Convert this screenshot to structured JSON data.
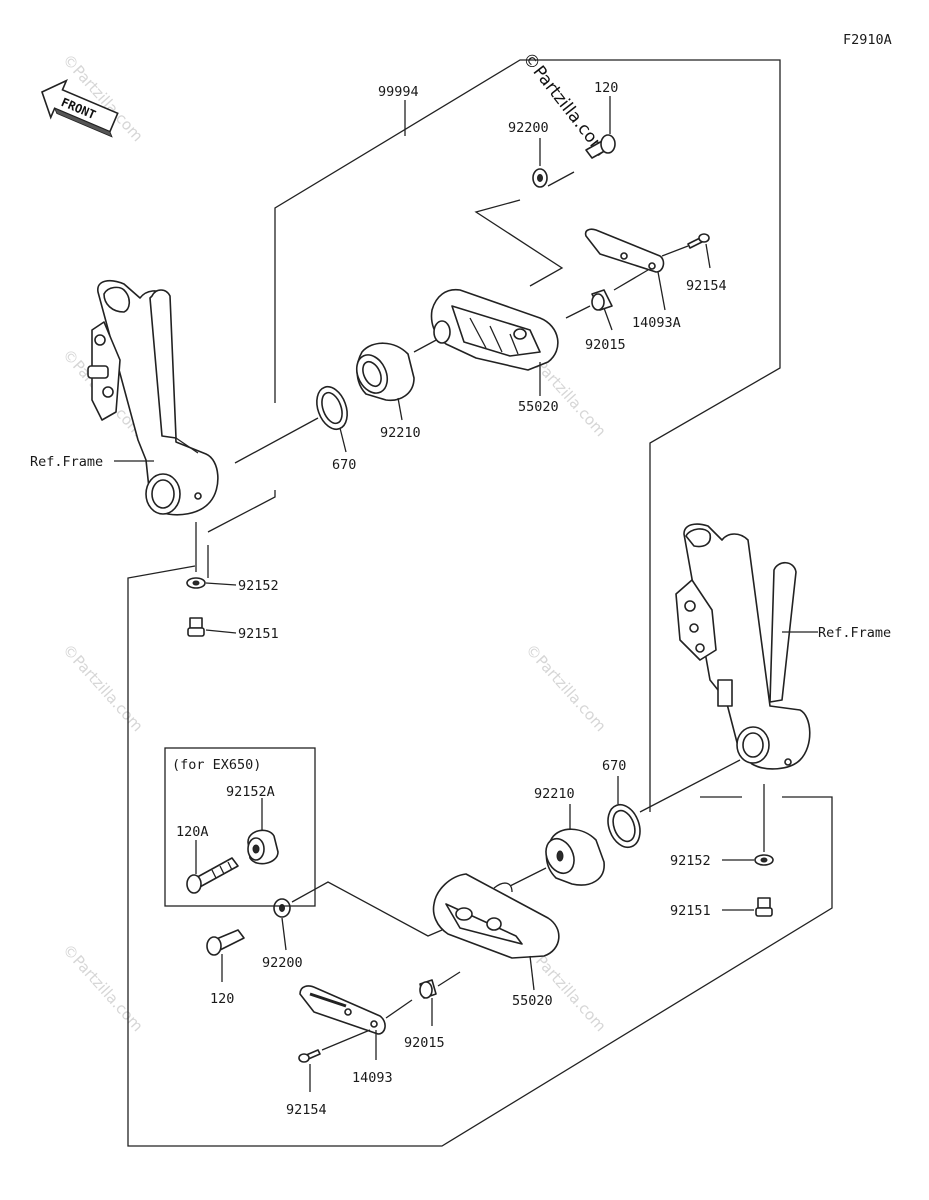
{
  "figure_code": "F2910A",
  "front_label": "FRONT",
  "watermark_main": "©Partzilla.com",
  "watermark_faint": "©Partzilla.com",
  "kit_number": "99994",
  "subbox_title": "(for EX650)",
  "labels": {
    "p120_top": "120",
    "p92200_top": "92200",
    "p92154_top": "92154",
    "p14093A": "14093A",
    "p92015_top": "92015",
    "p55020_top": "55020",
    "p92210_top": "92210",
    "p670_top": "670",
    "ref_frame_left": "Ref.Frame",
    "p92152_left": "92152",
    "p92151_left": "92151",
    "ref_frame_right": "Ref.Frame",
    "p670_bot": "670",
    "p92210_bot": "92210",
    "p92152A": "92152A",
    "p120A": "120A",
    "p92152_right": "92152",
    "p92151_right": "92151",
    "p92200_bot": "92200",
    "p120_bot": "120",
    "p55020_bot": "55020",
    "p92015_bot": "92015",
    "p14093": "14093",
    "p92154_bot": "92154"
  },
  "colors": {
    "line": "#222222",
    "watermark": "#d6d6d6",
    "part_gray": "#c8c8c8"
  }
}
